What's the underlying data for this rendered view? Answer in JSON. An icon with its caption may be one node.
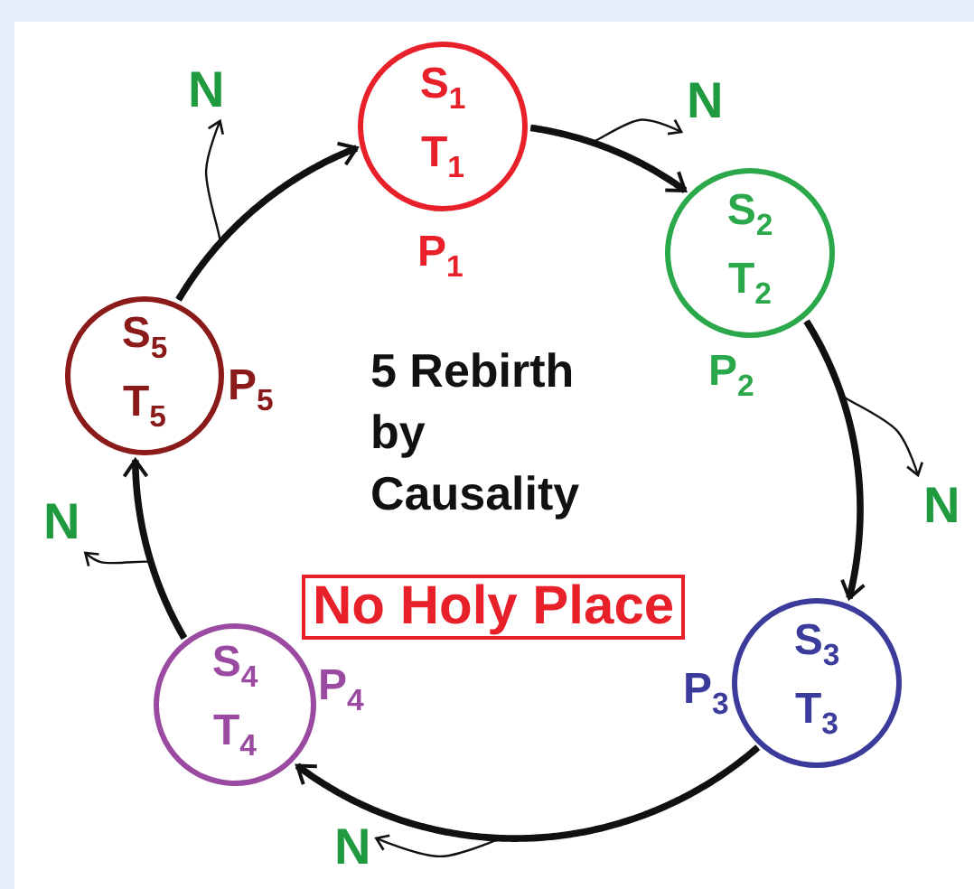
{
  "diagram": {
    "nodes": [
      {
        "text": [
          "S$_{1}$",
          "T$_{1}$"
        ],
        "beside": [
          "P$_{1}$"
        ]
      },
      {
        "text": [
          "S$_{2}$",
          "T$_{2}$"
        ],
        "beside": [
          "P$_{2}$"
        ]
      },
      {
        "text": [
          "S$_{3}$",
          "T$_{3}$"
        ],
        "beside": [
          "P$_{3}$"
        ]
      },
      {
        "text": [
          "S$_{4}$",
          "T$_{4}$"
        ],
        "beside": [
          "P$_{4}$"
        ]
      },
      {
        "text": [
          "S$_{5}$",
          "T$_{5}$"
        ],
        "beside": [
          "P$_{5}$"
        ]
      },
      {
        "text": [
          "N"
        ]
      },
      {
        "text": [
          "N"
        ]
      },
      {
        "text": [
          "N"
        ]
      },
      {
        "text": [
          "N"
        ]
      },
      {
        "text": [
          "N"
        ]
      },
      {
        "text": [
          "No Holy Place"
        ]
      }
    ],
    "edges": [
      {
        "from": 0,
        "to": 1,
        "arrow": "to",
        "style": "thick"
      },
      {
        "from": 1,
        "to": 2,
        "arrow": "to",
        "style": "thick"
      },
      {
        "from": 2,
        "to": 3,
        "arrow": "to",
        "style": "thick"
      },
      {
        "from": 3,
        "to": 4,
        "arrow": "to",
        "style": "thick"
      },
      {
        "from": 4,
        "to": 0,
        "arrow": "to",
        "style": "thick"
      },
      {
        "from": 0,
        "to": 6,
        "arrow": "to"
      },
      {
        "from": 1,
        "to": 7,
        "arrow": "to"
      },
      {
        "from": 2,
        "to": 9,
        "arrow": "to"
      },
      {
        "from": 3,
        "to": 8,
        "arrow": "to"
      },
      {
        "from": 4,
        "to": 5,
        "arrow": "to"
      }
    ],
    "labels": [
      "5 Rebirth by Causality"
    ]
  }
}
